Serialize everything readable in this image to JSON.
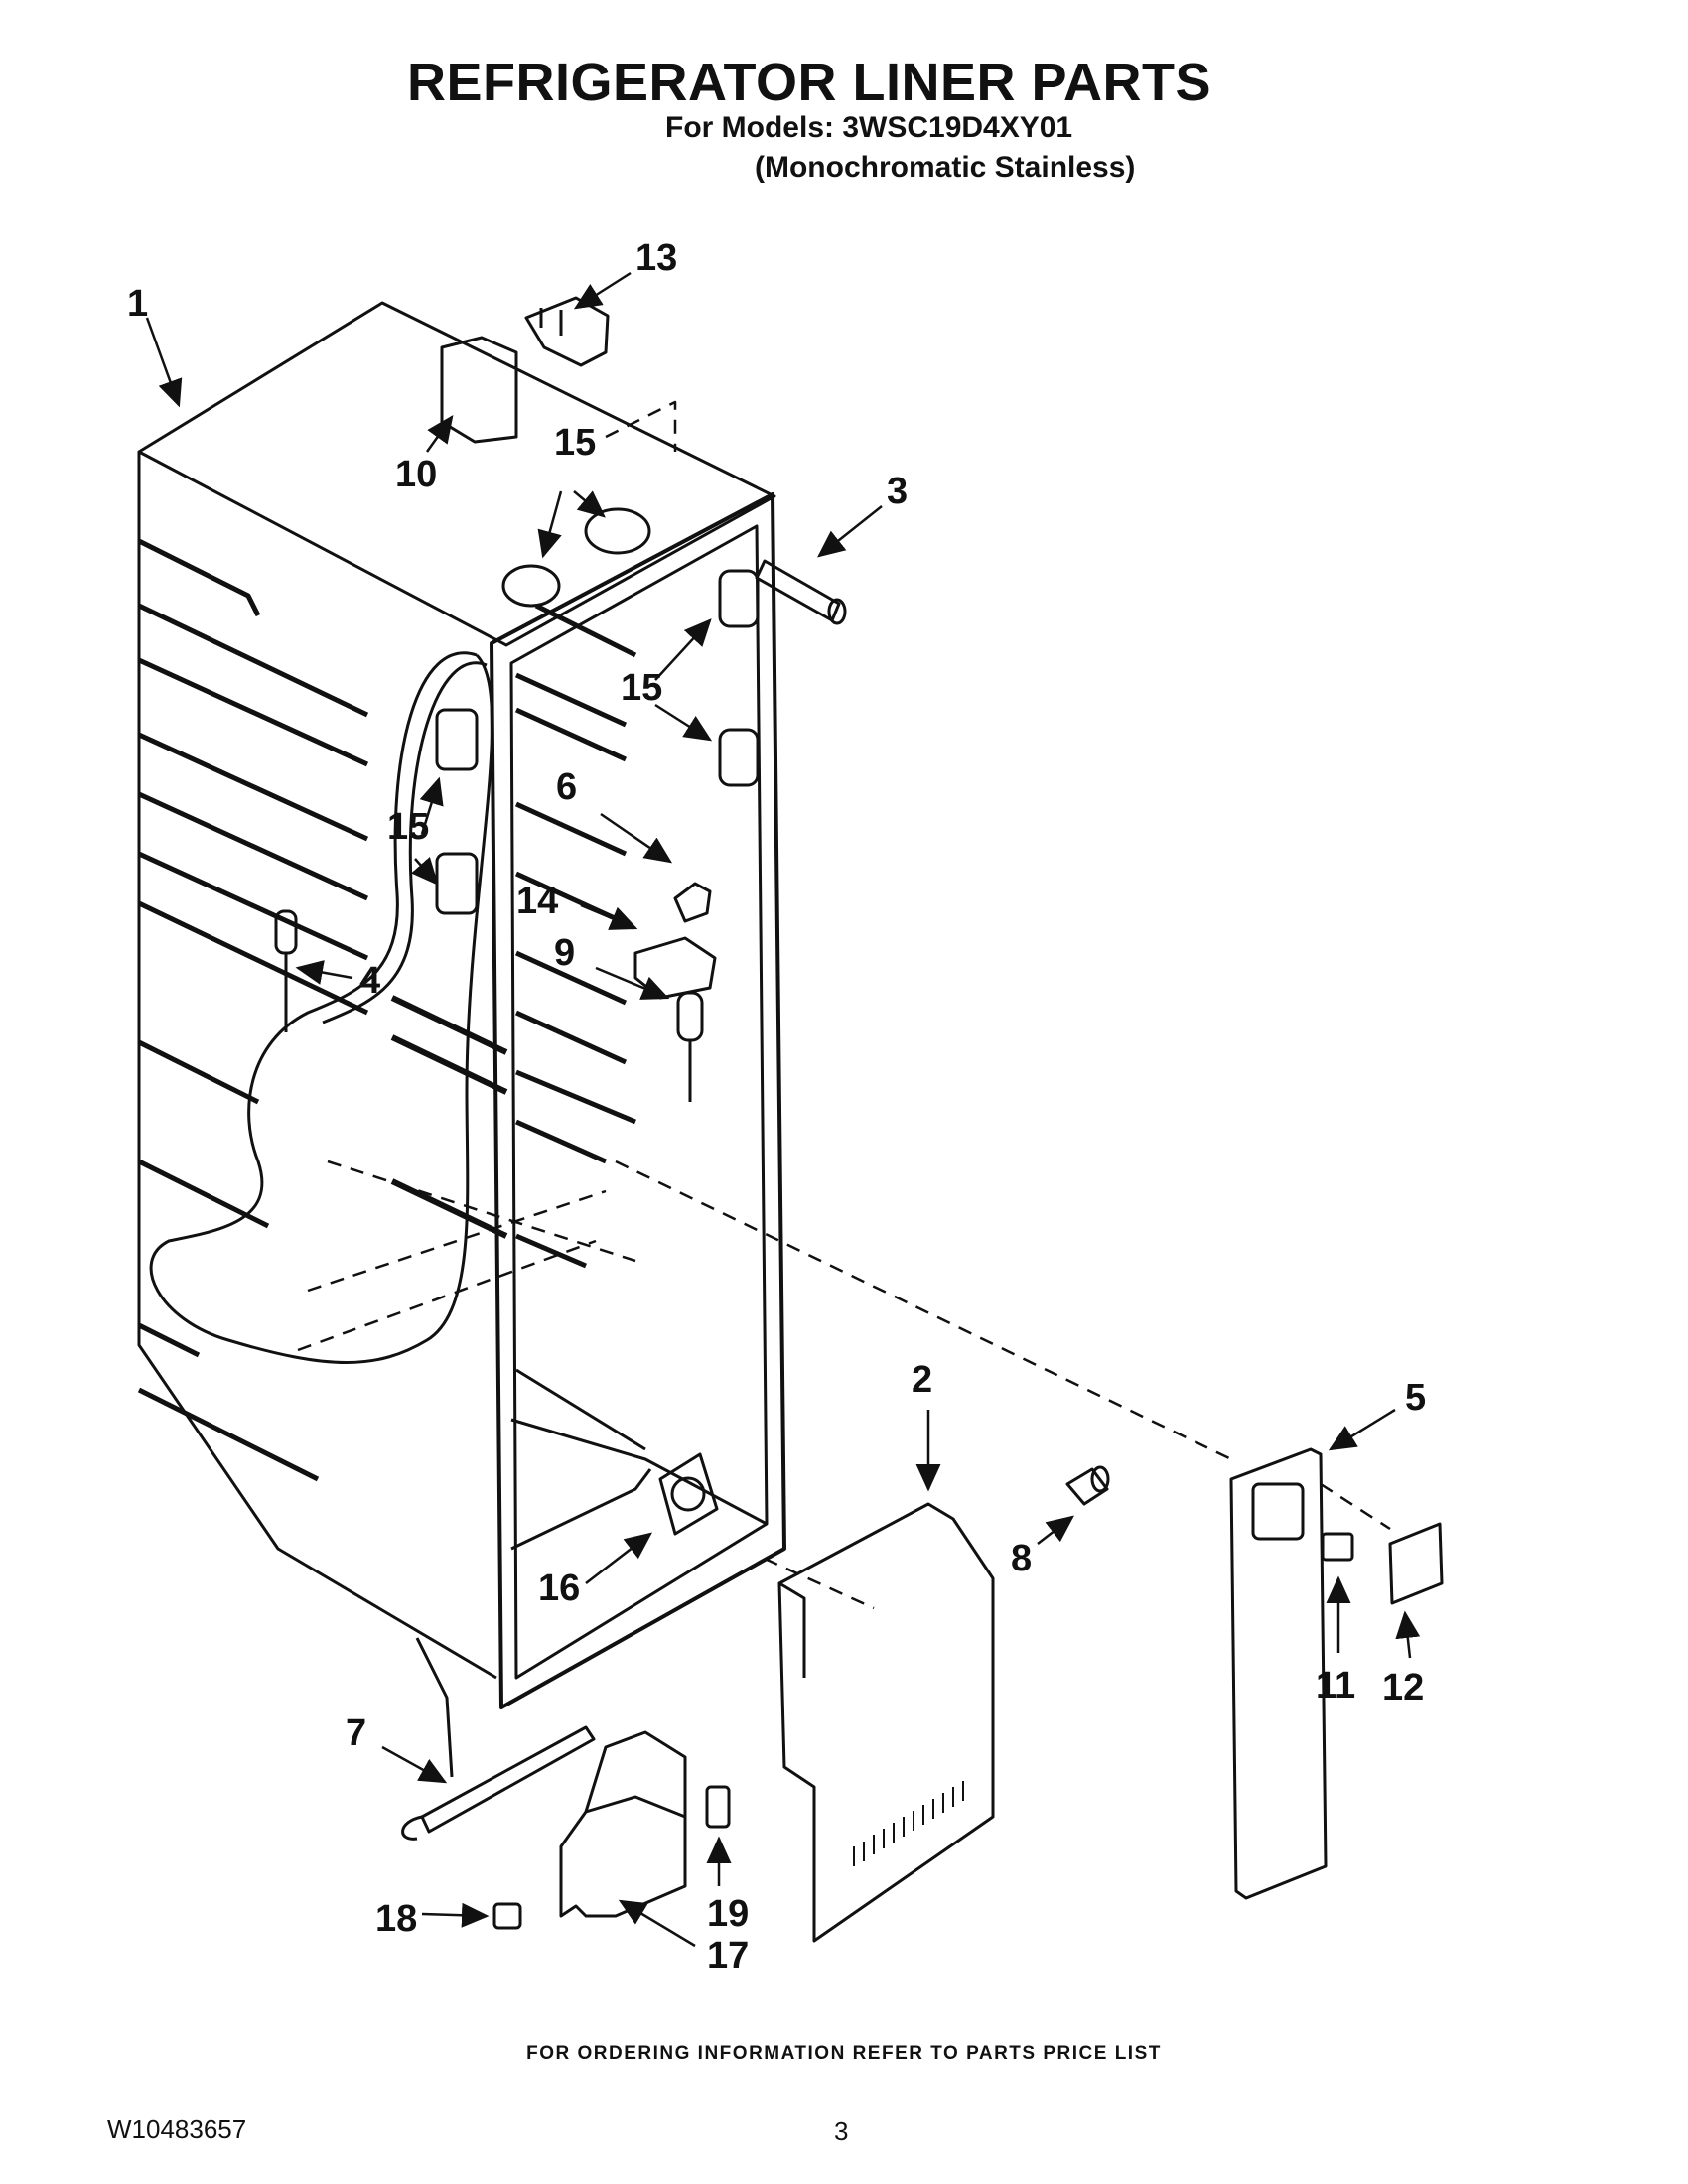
{
  "header": {
    "title": "REFRIGERATOR LINER PARTS",
    "models": "For Models: 3WSC19D4XY01",
    "variant": "(Monochromatic Stainless)"
  },
  "callouts": {
    "c1": "1",
    "c2": "2",
    "c3": "3",
    "c4": "4",
    "c5": "5",
    "c6": "6",
    "c7": "7",
    "c8": "8",
    "c9": "9",
    "c10": "10",
    "c11": "11",
    "c12": "12",
    "c13": "13",
    "c14": "14",
    "c15": "15",
    "c16": "16",
    "c17": "17",
    "c18": "18",
    "c19": "19"
  },
  "footer": {
    "ordering_note": "FOR ORDERING INFORMATION REFER TO PARTS PRICE LIST",
    "doc_number": "W10483657",
    "page_number": "3"
  },
  "colors": {
    "ink": "#111111",
    "paper": "#ffffff"
  }
}
